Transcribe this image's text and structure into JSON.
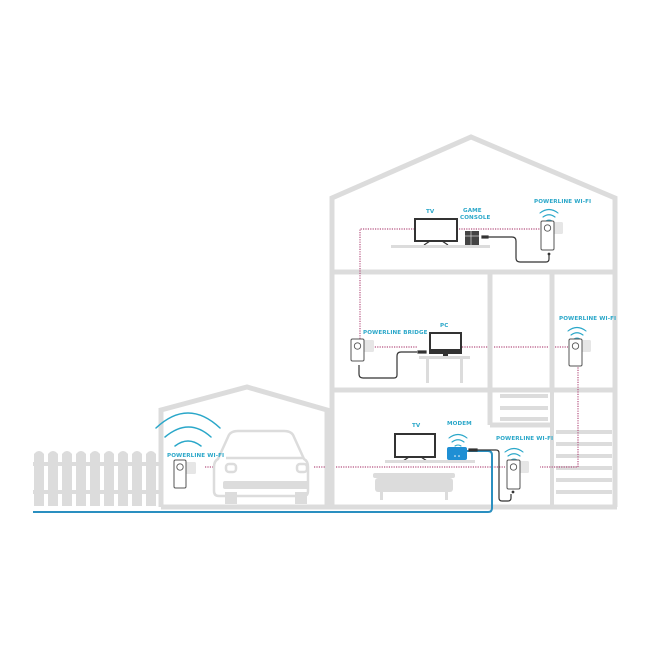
{
  "colors": {
    "structure": "#dcdcdc",
    "label": "#2aa7c9",
    "powerline_dotted": "#b5527f",
    "ethernet_cable": "#333333",
    "internet_line": "#2a8fc0",
    "modem": "#1f8fd4",
    "device_outline": "#555555"
  },
  "labels": {
    "top_floor": {
      "tv": "TV",
      "game_console_1": "GAME",
      "game_console_2": "CONSOLE",
      "powerline_wifi": "POWERLINE WI-FI"
    },
    "middle_floor": {
      "powerline_bridge": "POWERLINE BRIDGE",
      "pc": "PC",
      "powerline_wifi": "POWERLINE WI-FI"
    },
    "ground_floor": {
      "tv": "TV",
      "modem": "MODEM",
      "powerline_wifi": "POWERLINE WI-FI"
    },
    "garage": {
      "powerline_wifi": "POWERLINE WI-FI"
    }
  }
}
